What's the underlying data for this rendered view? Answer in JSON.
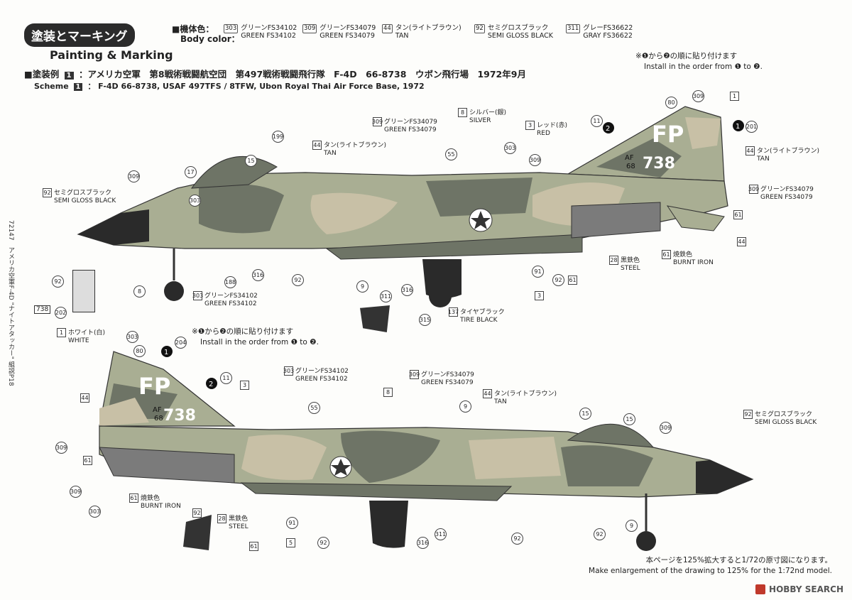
{
  "header": {
    "title_jp": "塗装とマーキング",
    "title_en": "Painting & Marking",
    "body_color_label_jp": "■機体色：",
    "body_color_label_en": "Body color：",
    "colors": [
      {
        "code": "303",
        "jp": "グリーンFS34102",
        "en": "GREEN FS34102"
      },
      {
        "code": "309",
        "jp": "グリーンFS34079",
        "en": "GREEN FS34079"
      },
      {
        "code": "44",
        "jp": "タン(ライトブラウン)",
        "en": "TAN"
      },
      {
        "code": "92",
        "jp": "セミグロスブラック",
        "en": "SEMI GLOSS BLACK"
      },
      {
        "code": "311",
        "jp": "グレーFS36622",
        "en": "GRAY FS36622"
      }
    ],
    "scheme_jp_prefix": "■塗装例",
    "scheme_num": "1",
    "scheme_jp": "：アメリカ空軍　第8戦術戦闘航空団　第497戦術戦闘飛行隊　F-4D　66-8738　ウボン飛行場　1972年9月",
    "scheme_en_prefix": "Scheme",
    "scheme_en": "： F-4D 66-8738, USAF 497TFS / 8TFW, Ubon Royal Thai Air Force Base, 1972"
  },
  "notes": {
    "order_jp": "※❶から❷の順に貼り付けます",
    "order_en": "Install in the order from ❶ to ❷."
  },
  "sidebar_text": "72147　アメリカ空軍F-4D \"ナイトアタッカー\" 組説P18",
  "top_aircraft": {
    "tail_code": "FP",
    "serial": "738",
    "af_text": "AF",
    "year_text": "68",
    "callouts": [
      {
        "num": "92",
        "jp": "セミグロスブラック",
        "en": "SEMI GLOSS BLACK"
      },
      {
        "num": "309",
        "jp": "グリーンFS34079",
        "en": "GREEN FS34079"
      },
      {
        "num": "8",
        "jp": "シルバー(銀)",
        "en": "SILVER"
      },
      {
        "num": "3",
        "jp": "レッド(赤)",
        "en": "RED"
      },
      {
        "num": "44",
        "jp": "タン(ライトブラウン)",
        "en": "TAN"
      },
      {
        "num": "44",
        "jp": "タン(ライトブラウン)",
        "en": "TAN"
      },
      {
        "num": "309",
        "jp": "グリーンFS34079",
        "en": "GREEN FS34079"
      },
      {
        "num": "28",
        "jp": "黒鉄色",
        "en": "STEEL"
      },
      {
        "num": "61",
        "jp": "焼鉄色",
        "en": "BURNT IRON"
      },
      {
        "num": "303",
        "jp": "グリーンFS34102",
        "en": "GREEN FS34102"
      },
      {
        "num": "137",
        "jp": "タイヤブラック",
        "en": "TIRE BLACK"
      }
    ],
    "small_numbers": [
      "199",
      "15",
      "17",
      "309",
      "55",
      "303",
      "11",
      "80",
      "309",
      "1",
      "201",
      "309",
      "61",
      "44",
      "316",
      "92",
      "9",
      "91",
      "3",
      "92",
      "61",
      "311",
      "316",
      "315",
      "92",
      "8",
      "303",
      "188",
      "202",
      "738"
    ]
  },
  "bottom_aircraft": {
    "tail_code": "FP",
    "serial": "738",
    "af_text": "AF",
    "year_text": "68",
    "callouts": [
      {
        "num": "1",
        "jp": "ホワイト(白)",
        "en": "WHITE"
      },
      {
        "num": "303",
        "jp": "グリーンFS34102",
        "en": "GREEN FS34102"
      },
      {
        "num": "309",
        "jp": "グリーンFS34079",
        "en": "GREEN FS34079"
      },
      {
        "num": "44",
        "jp": "タン(ライトブラウン)",
        "en": "TAN"
      },
      {
        "num": "92",
        "jp": "セミグロスブラック",
        "en": "SEMI GLOSS BLACK"
      },
      {
        "num": "61",
        "jp": "焼鉄色",
        "en": "BURNT IRON"
      },
      {
        "num": "28",
        "jp": "黒鉄色",
        "en": "STEEL"
      }
    ],
    "small_numbers": [
      "303",
      "80",
      "204",
      "11",
      "3",
      "8",
      "55",
      "9",
      "15",
      "15",
      "309",
      "44",
      "309",
      "61",
      "309",
      "303",
      "92",
      "61",
      "91",
      "5",
      "92",
      "316",
      "311",
      "92",
      "9",
      "92"
    ]
  },
  "footer": {
    "jp": "本ページを125%拡大すると1/72の原寸図になります。",
    "en": "Make enlargement of the drawing to 125% for the 1:72nd model.",
    "logo": "HOBBY SEARCH"
  },
  "colors_palette": {
    "green_light": "#a9ae93",
    "green_dark": "#6e7466",
    "tan": "#c8c0a6",
    "black": "#2a2a2a",
    "steel": "#7b7b7b"
  }
}
